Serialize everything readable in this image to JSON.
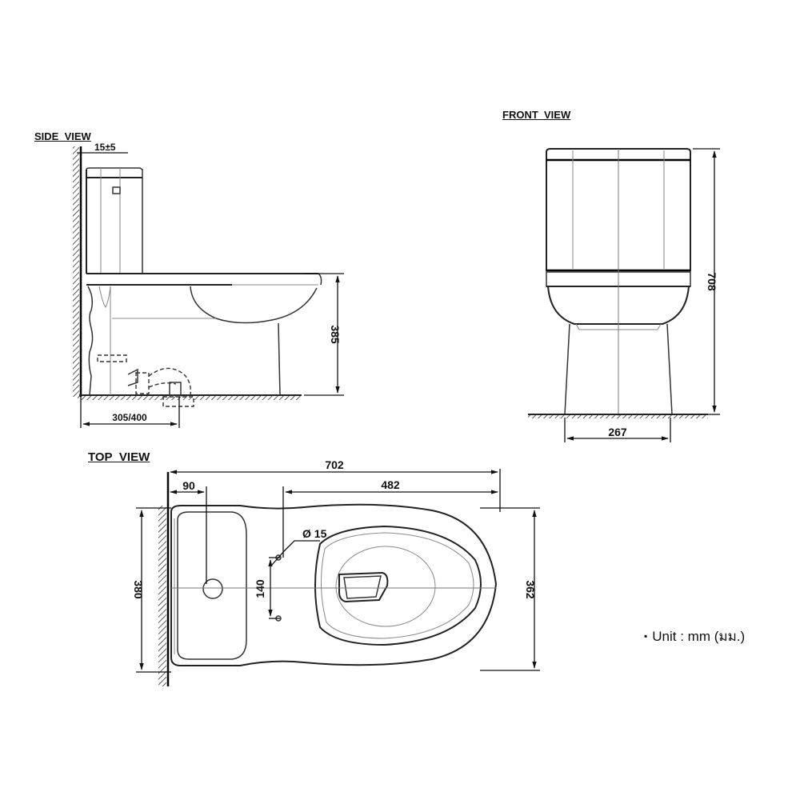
{
  "drawing": {
    "views": {
      "side": {
        "title": "SIDE_VIEW",
        "dimensions": {
          "wall_gap": "15±5",
          "seat_height": "385",
          "rough_in": "305/400"
        }
      },
      "front": {
        "title": "FRONT_VIEW",
        "dimensions": {
          "total_height": "708",
          "base_width": "267"
        }
      },
      "top": {
        "title": "TOP_VIEW",
        "dimensions": {
          "total_length": "702",
          "tank_center_offset": "90",
          "bowl_length": "482",
          "tank_width": "380",
          "bowl_width": "362",
          "hole_diameter": "Ø 15",
          "hole_spacing": "140"
        }
      }
    },
    "notes": {
      "bullet": "▪",
      "unit": "Unit : mm (มม.)"
    },
    "colors": {
      "line": "#222222",
      "thin_line": "#888888",
      "background": "#ffffff"
    }
  }
}
